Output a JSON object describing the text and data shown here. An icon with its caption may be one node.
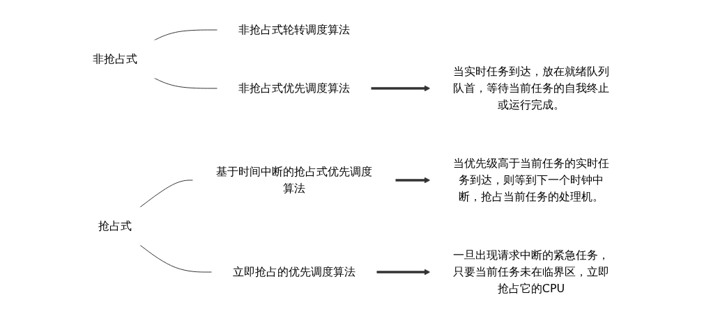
{
  "diagram": {
    "nodes": [
      {
        "text": [
          "非抢占式"
        ]
      },
      {
        "text": [
          "非抢占式轮转调度算法"
        ]
      },
      {
        "text": [
          "非抢占式优先调度算法"
        ]
      },
      {
        "text": [
          "当实时任务到达，放在就绪队列队首，等待当前任务的自我终止或运行完成。"
        ]
      },
      {
        "text": [
          "抢占式"
        ]
      },
      {
        "text": [
          "基于时间中断的抢占式优先调度算法"
        ]
      },
      {
        "text": [
          "当优先级高于当前任务的实时任务到达，则等到下一个时钟中断，抢占当前任务的处理机。"
        ]
      },
      {
        "text": [
          "立即抢占的优先调度算法"
        ]
      },
      {
        "text": [
          "一旦出现请求中断的紧急任务，只要当前任务未在临界区，立即抢占它的CPU"
        ]
      }
    ],
    "edges": [
      {
        "from": 0,
        "to": 1,
        "arrow": "none"
      },
      {
        "from": 0,
        "to": 2,
        "arrow": "none"
      },
      {
        "from": 2,
        "to": 3,
        "arrow": "to",
        "style": "thick"
      },
      {
        "from": 4,
        "to": 5,
        "arrow": "none"
      },
      {
        "from": 4,
        "to": 7,
        "arrow": "none"
      },
      {
        "from": 5,
        "to": 6,
        "arrow": "to",
        "style": "thick"
      },
      {
        "from": 7,
        "to": 8,
        "arrow": "to",
        "style": "thick"
      }
    ]
  }
}
